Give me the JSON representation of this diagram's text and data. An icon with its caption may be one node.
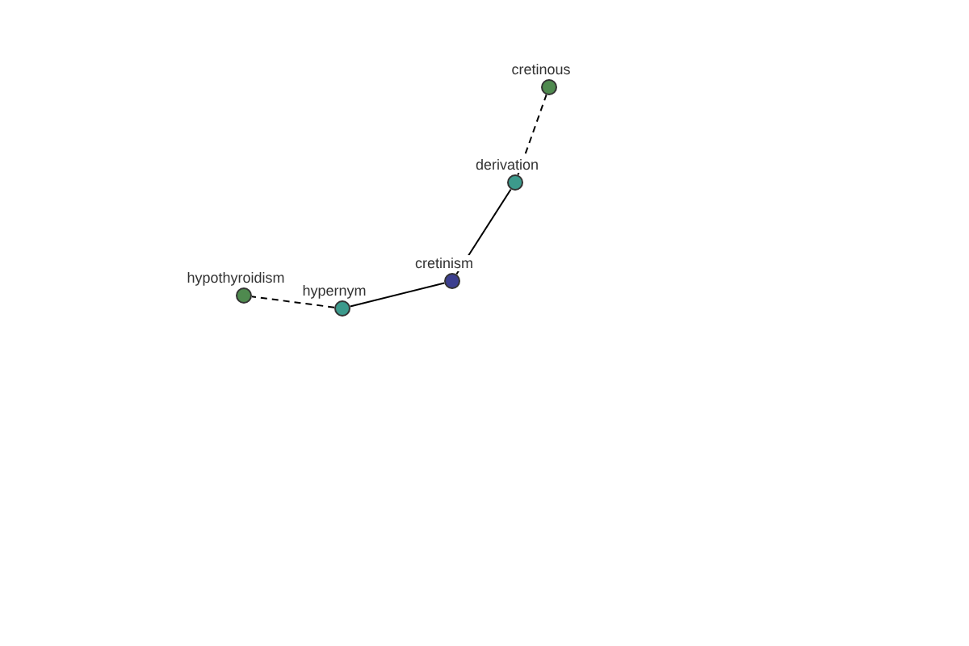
{
  "diagram": {
    "nodes": [
      {
        "text": [
          "cretinous"
        ]
      },
      {
        "text": [
          "derivation"
        ]
      },
      {
        "text": [
          "cretinism"
        ]
      },
      {
        "text": [
          "hypothyroidism"
        ]
      },
      {
        "text": [
          "hypernym"
        ]
      }
    ],
    "edges": [
      {
        "from": 2,
        "to": 1,
        "arrow": "none"
      },
      {
        "from": 1,
        "to": 0,
        "arrow": "none",
        "style": "dashed"
      },
      {
        "from": 2,
        "to": 4,
        "arrow": "none"
      },
      {
        "from": 4,
        "to": 3,
        "arrow": "none",
        "style": "dashed"
      }
    ]
  }
}
